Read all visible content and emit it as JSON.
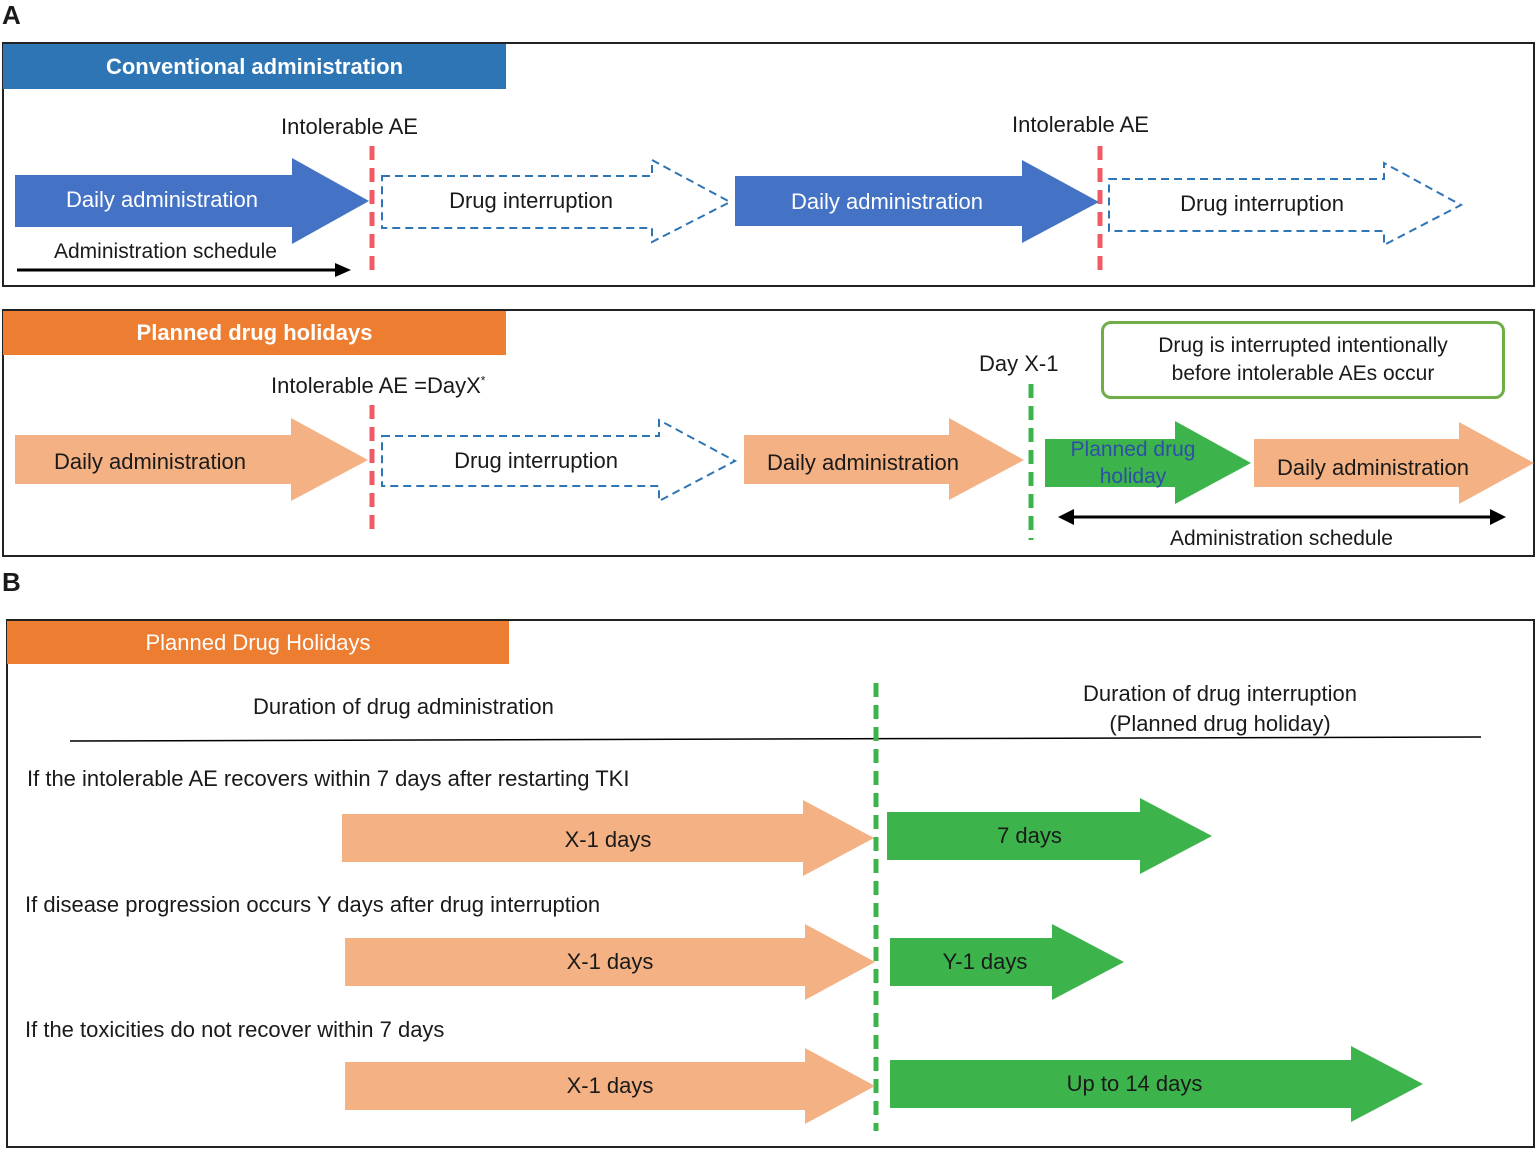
{
  "panel_a": {
    "letter": "A",
    "conventional": {
      "header": "Conventional administration",
      "marker1": "Intolerable AE",
      "marker2": "Intolerable AE",
      "arrow1": "Daily administration",
      "arrow2": "Drug interruption",
      "arrow3": "Daily administration",
      "arrow4": "Drug interruption",
      "schedule": "Administration schedule"
    },
    "planned": {
      "header": "Planned drug holidays",
      "marker1": "Intolerable AE =DayX",
      "marker1_sup": "*",
      "marker2": "Day X-1",
      "note_line1": "Drug is interrupted intentionally",
      "note_line2": "before intolerable AEs occur",
      "arrow1": "Daily administration",
      "arrow2": "Drug interruption",
      "arrow3": "Daily administration",
      "arrow4": "Planned drug holiday",
      "arrow5": "Daily administration",
      "schedule": "Administration schedule"
    }
  },
  "panel_b": {
    "letter": "B",
    "header": "Planned Drug Holidays",
    "col_left": "Duration of drug administration",
    "col_right_line1": "Duration of drug interruption",
    "col_right_line2": "(Planned drug holiday)",
    "rows": [
      {
        "condition": "If the intolerable AE recovers within 7 days after restarting TKI",
        "admin": "X-1 days",
        "holiday": "7 days"
      },
      {
        "condition": "If disease progression occurs Y days after drug interruption",
        "admin": "X-1 days",
        "holiday": "Y-1 days"
      },
      {
        "condition": "If the toxicities do not recover within 7 days",
        "admin": "X-1 days",
        "holiday": "Up to 14 days"
      }
    ]
  },
  "colors": {
    "blue_header": "#2e75b6",
    "blue_arrow": "#4472c4",
    "orange_header": "#ed7d31",
    "peach_arrow": "#f4b183",
    "green_arrow": "#3cb44b",
    "red_marker": "#f05a64",
    "green_marker": "#3cb44b",
    "dashed_blue": "#2e75b6"
  }
}
